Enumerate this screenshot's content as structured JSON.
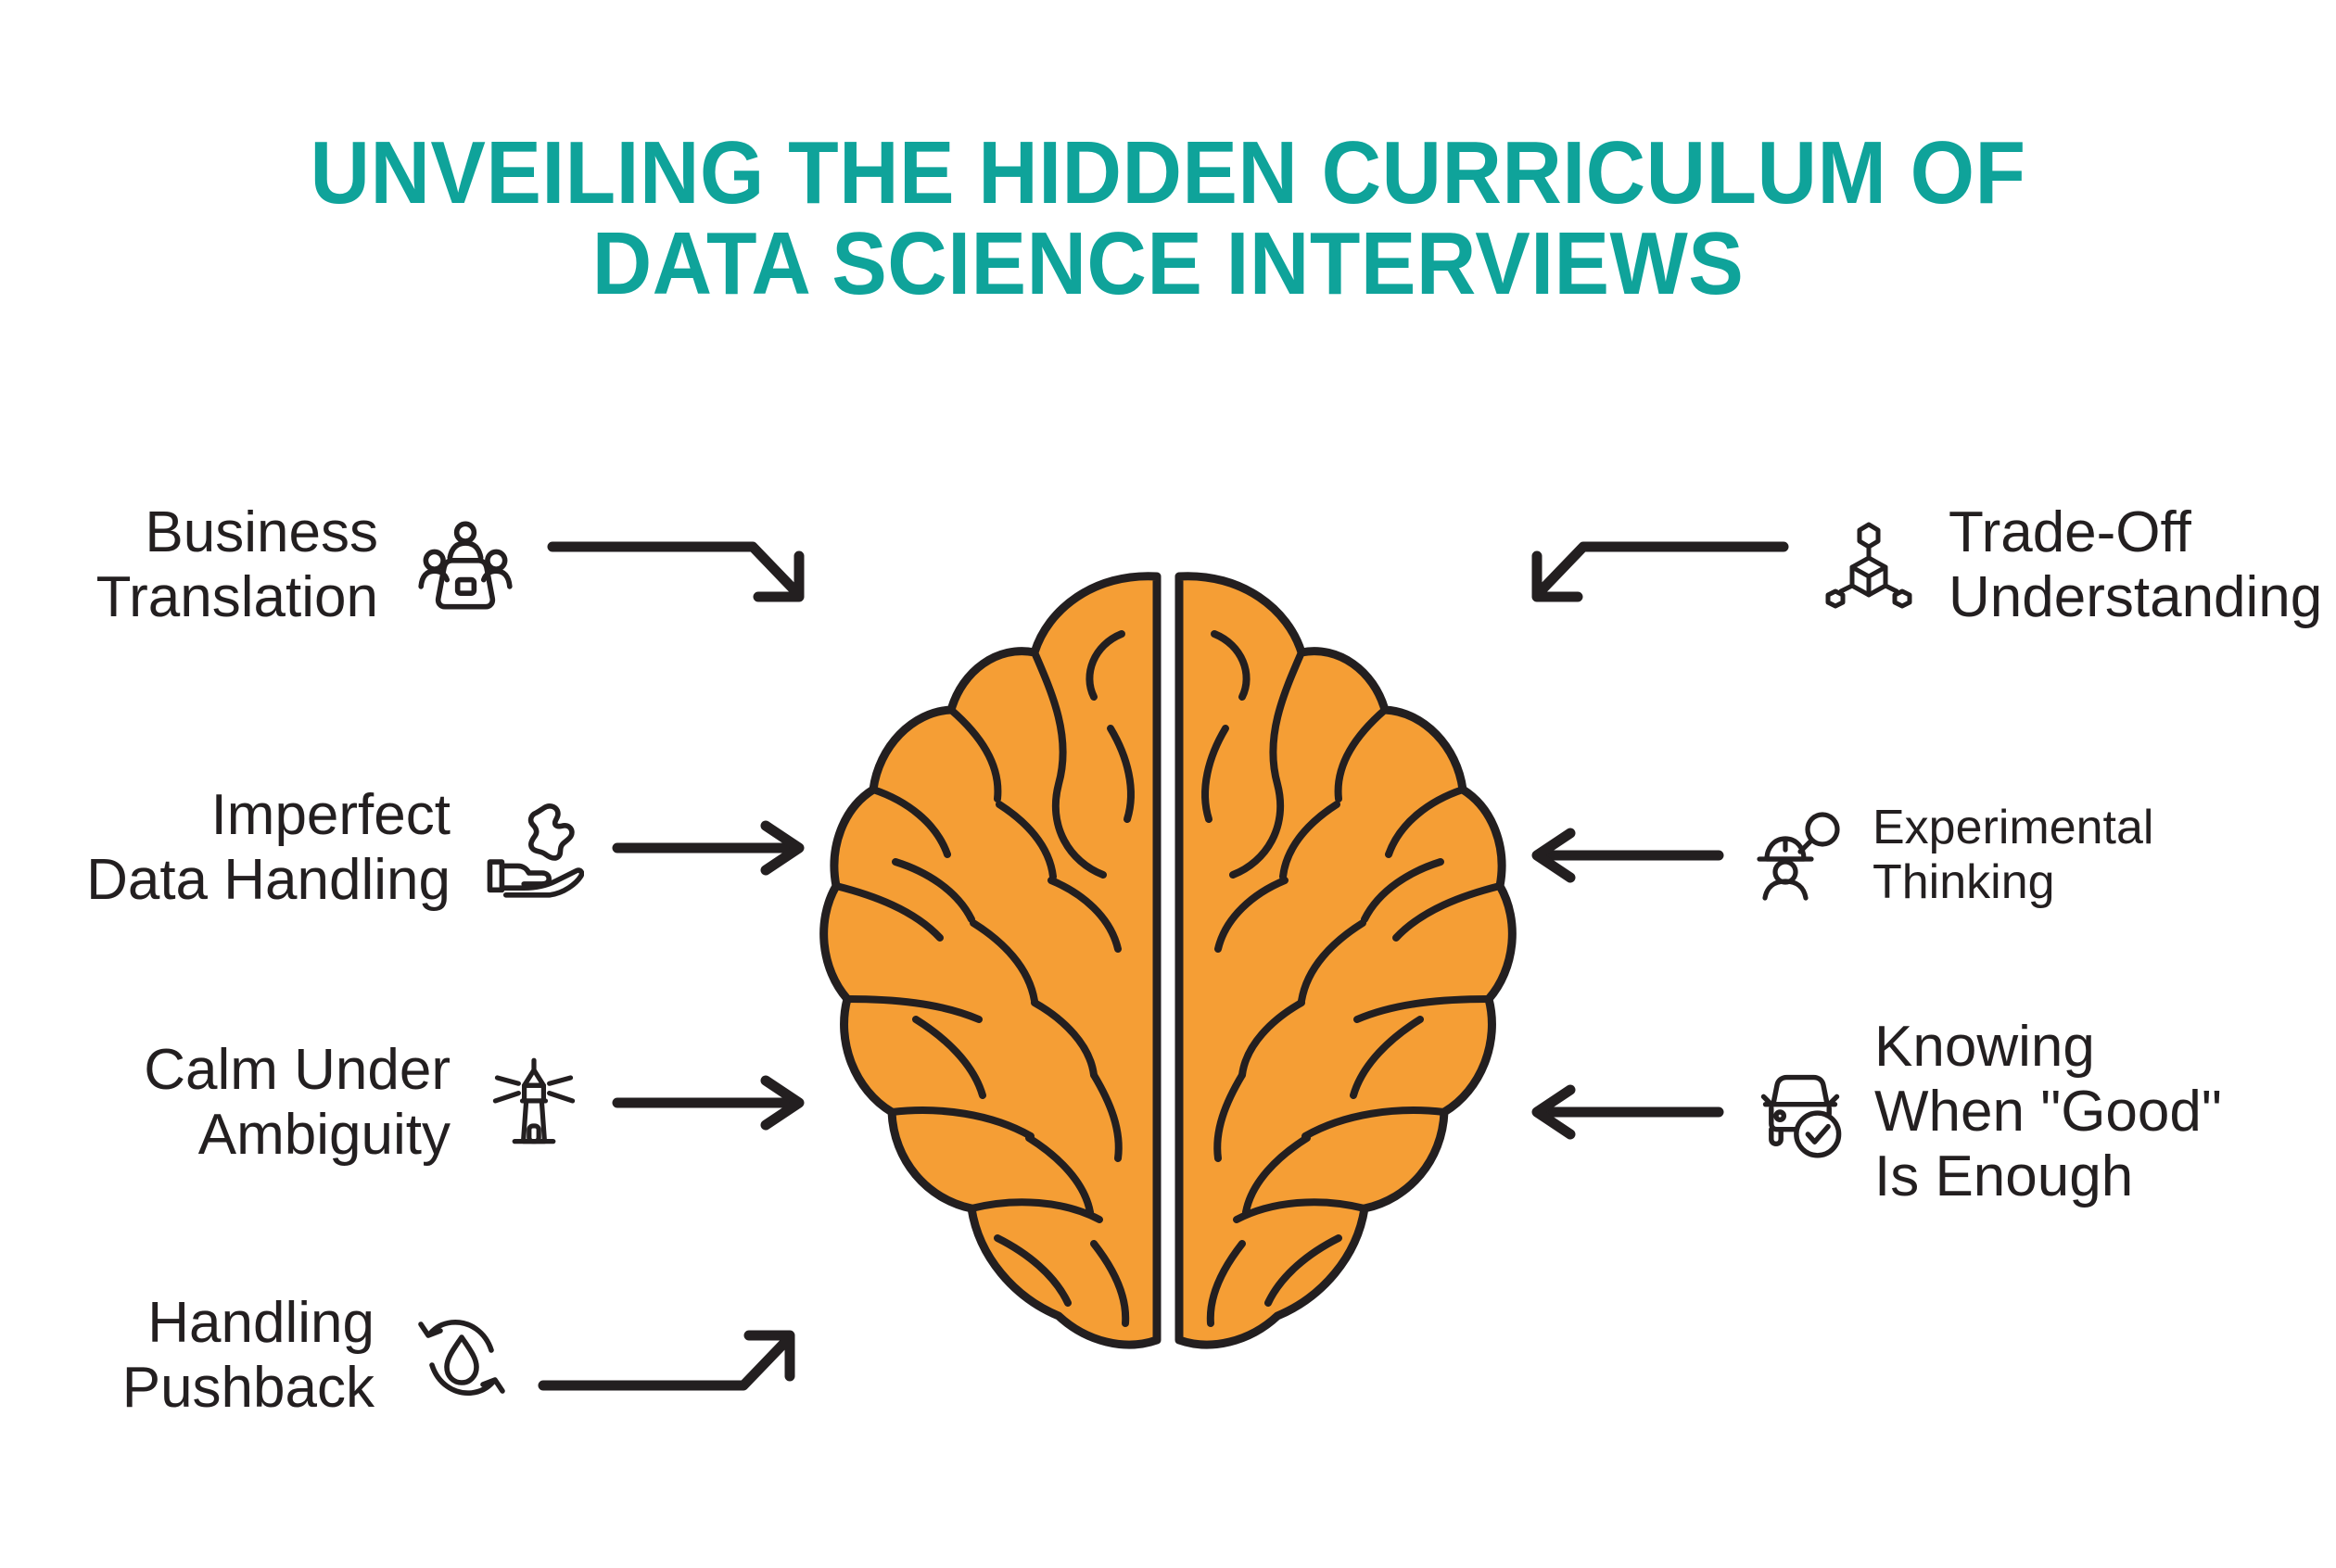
{
  "page": {
    "background_color": "#ffffff",
    "accent_color": "#0fa39a",
    "brain_fill_color": "#f59e35",
    "ink_color": "#231f20"
  },
  "title": {
    "line1": "UNVEILING THE HIDDEN CURRICULUM OF",
    "line2": "DATA SCIENCE INTERVIEWS",
    "full": "Unveiling the Hidden Curriculum of Data Science Interviews",
    "color": "#0fa39a"
  },
  "center_graphic": {
    "name": "human-brain-top-view",
    "fill": "#f59e35",
    "outline": "#231f20"
  },
  "left_items": [
    {
      "label": "Business\nTranslation",
      "icon": "meeting-table-people-icon",
      "arrow": "elbow-down-right-arrow"
    },
    {
      "label": "Imperfect\nData Handling",
      "icon": "hand-holding-puzzle-piece-icon",
      "arrow": "straight-right-arrow"
    },
    {
      "label": "Calm Under\nAmbiguity",
      "icon": "lighthouse-icon",
      "arrow": "straight-right-arrow"
    },
    {
      "label": "Handling\nPushback",
      "icon": "water-drop-recycle-icon",
      "arrow": "elbow-up-right-arrow"
    }
  ],
  "right_items": [
    {
      "label": "Trade-Off\nUnderstanding",
      "icon": "network-node-cube-icon",
      "arrow": "elbow-down-left-arrow"
    },
    {
      "label": "Experimental\nThinking",
      "icon": "person-magnifier-research-icon",
      "arrow": "straight-left-arrow"
    },
    {
      "label": "Knowing\nWhen \"Good\"\nIs Enough",
      "icon": "car-check-icon",
      "arrow": "straight-left-arrow"
    }
  ]
}
